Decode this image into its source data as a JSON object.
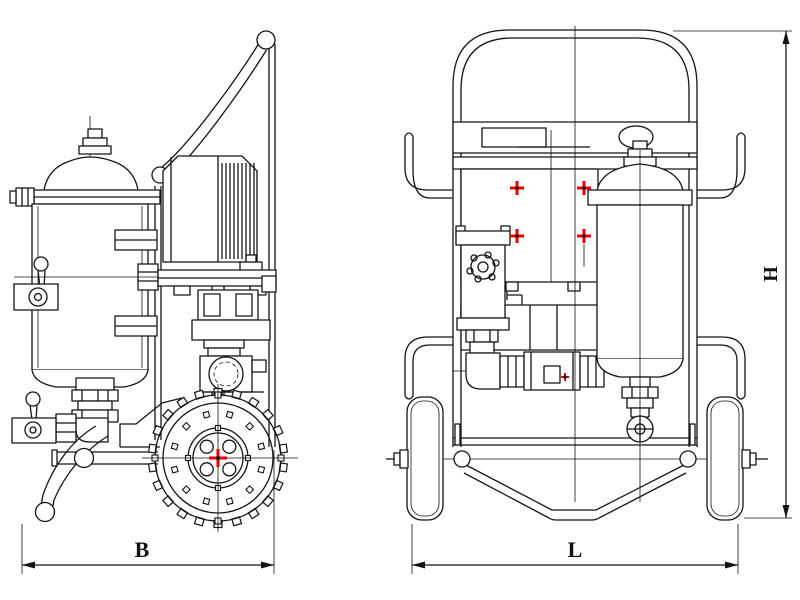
{
  "drawing": {
    "description": "Technical line drawing: two orthographic views (side and front) of a wheeled portable oil filtration cart",
    "background": "#ffffff",
    "line_color": "#141414",
    "marker_color": "#e60000",
    "labels": {
      "side_width": "B",
      "front_length": "L",
      "front_height": "H"
    },
    "markers": {
      "side_view": [
        [
          218,
          458,
          9
        ]
      ],
      "front_view": [
        [
          517,
          188,
          7
        ],
        [
          584,
          188,
          7
        ],
        [
          517,
          236,
          7
        ],
        [
          584,
          236,
          7
        ],
        [
          565,
          377,
          4
        ]
      ]
    }
  }
}
